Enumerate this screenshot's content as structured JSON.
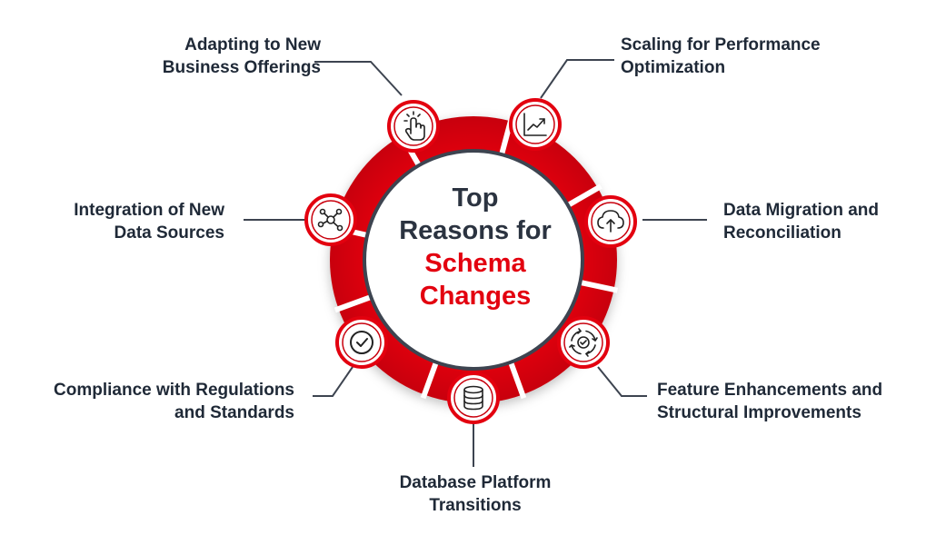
{
  "colors": {
    "accent": "#e3000f",
    "ring_dark": "#d10010",
    "text": "#1f2937",
    "center_border": "#3d4450",
    "connector": "#3d4450"
  },
  "center": {
    "line1": "Top",
    "line2": "Reasons for",
    "line3": "Schema",
    "line4": "Changes"
  },
  "reasons": [
    {
      "id": "adapting",
      "icon": "hand-pointer-icon",
      "line1": "Adapting to New",
      "line2": "Business Offerings"
    },
    {
      "id": "scaling",
      "icon": "trend-chart-icon",
      "line1": "Scaling for Performance",
      "line2": "Optimization"
    },
    {
      "id": "migration",
      "icon": "cloud-upload-icon",
      "line1": "Data Migration and",
      "line2": "Reconciliation"
    },
    {
      "id": "integration",
      "icon": "network-nodes-icon",
      "line1": "Integration of New",
      "line2": "Data Sources"
    },
    {
      "id": "compliance",
      "icon": "check-circle-icon",
      "line1": "Compliance with Regulations",
      "line2": "and Standards"
    },
    {
      "id": "feature",
      "icon": "cycle-check-icon",
      "line1": "Feature Enhancements and",
      "line2": "Structural Improvements"
    },
    {
      "id": "platform",
      "icon": "database-icon",
      "line1": "Database Platform",
      "line2": "Transitions"
    }
  ]
}
